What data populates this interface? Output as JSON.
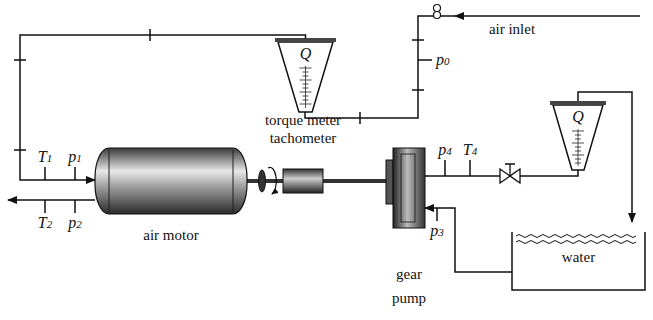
{
  "diagram": {
    "nodes": [
      {
        "text": [
          "Q"
        ]
      },
      {
        "text": [
          "air motor"
        ]
      },
      {
        "text": [
          "torque meter tachometer"
        ]
      },
      {
        "text": [
          "gear pump"
        ]
      },
      {
        "text": [
          "Q"
        ]
      },
      {
        "text": [
          "water"
        ]
      }
    ],
    "edges": [
      {
        "from": 0,
        "to": 1,
        "arrow": "to"
      },
      {
        "from": 1,
        "to": 2,
        "arrow": "none"
      },
      {
        "from": 2,
        "to": 3,
        "arrow": "none"
      },
      {
        "from": 3,
        "to": 4,
        "arrow": "none"
      },
      {
        "from": 4,
        "to": 5,
        "arrow": "to"
      },
      {
        "from": 5,
        "to": 3,
        "arrow": "to"
      }
    ],
    "labels": [
      "air inlet",
      "p0",
      "T1",
      "p1",
      "T2",
      "p2",
      "p4",
      "T4",
      "p3"
    ]
  }
}
